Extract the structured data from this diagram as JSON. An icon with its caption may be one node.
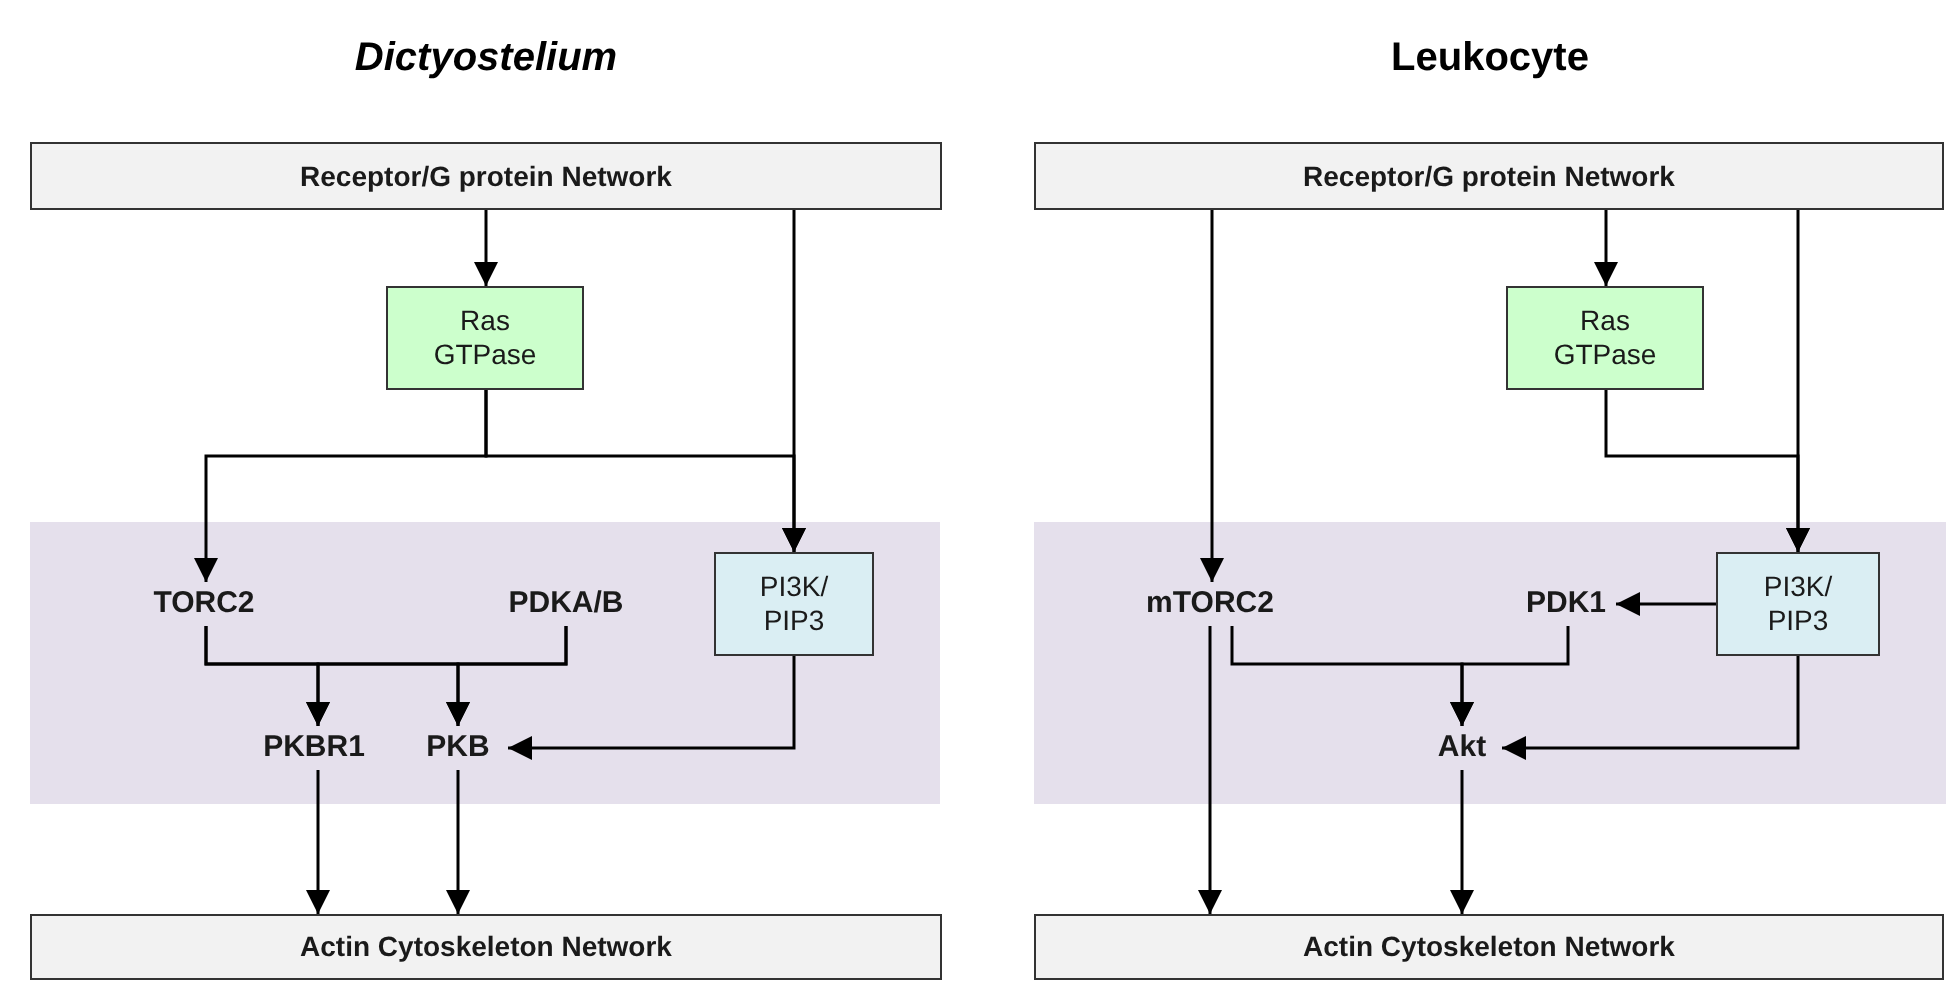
{
  "diagram": {
    "nodes": [
      {
        "text": [
          "Receptor/G protein Network"
        ]
      },
      {
        "text": [
          "Ras GTPase"
        ]
      },
      {
        "text": [],
        "shape": "band"
      },
      {
        "text": [
          "TORC2"
        ],
        "in": 2
      },
      {
        "text": [
          "PDKA/B"
        ],
        "in": 2
      },
      {
        "text": [
          "PI3K/ PIP3"
        ],
        "in": 2
      },
      {
        "text": [
          "PKBR1"
        ],
        "in": 2
      },
      {
        "text": [
          "PKB"
        ],
        "in": 2
      },
      {
        "text": [
          "Actin Cytoskeleton Network"
        ]
      },
      {
        "text": [
          "Receptor/G protein Network"
        ]
      },
      {
        "text": [
          "Ras GTPase"
        ]
      },
      {
        "text": [],
        "shape": "band"
      },
      {
        "text": [
          "mTORC2"
        ],
        "in": 11
      },
      {
        "text": [
          "PDK1"
        ],
        "in": 11
      },
      {
        "text": [
          "PI3K/ PIP3"
        ],
        "in": 11
      },
      {
        "text": [
          "Akt"
        ],
        "in": 11
      },
      {
        "text": [
          "Actin Cytoskeleton Network"
        ]
      }
    ],
    "edges": [
      {
        "from": 0,
        "to": 1,
        "arrow": "to"
      },
      {
        "from": 1,
        "to": 3,
        "arrow": "to"
      },
      {
        "from": 1,
        "to": 5,
        "arrow": "to"
      },
      {
        "from": 0,
        "to": 5,
        "arrow": "to"
      },
      {
        "from": 3,
        "to": 6,
        "arrow": "to"
      },
      {
        "from": 3,
        "to": 7,
        "arrow": "to"
      },
      {
        "from": 4,
        "to": 6,
        "arrow": "to"
      },
      {
        "from": 4,
        "to": 7,
        "arrow": "to"
      },
      {
        "from": 5,
        "to": 7,
        "arrow": "to"
      },
      {
        "from": 6,
        "to": 8,
        "arrow": "to"
      },
      {
        "from": 7,
        "to": 8,
        "arrow": "to"
      },
      {
        "from": 9,
        "to": 12,
        "arrow": "to"
      },
      {
        "from": 9,
        "to": 10,
        "arrow": "to"
      },
      {
        "from": 10,
        "to": 14,
        "arrow": "to"
      },
      {
        "from": 9,
        "to": 14,
        "arrow": "to"
      },
      {
        "from": 14,
        "to": 13,
        "arrow": "to"
      },
      {
        "from": 12,
        "to": 15,
        "arrow": "to"
      },
      {
        "from": 13,
        "to": 15,
        "arrow": "to"
      },
      {
        "from": 14,
        "to": 15,
        "arrow": "to"
      },
      {
        "from": 12,
        "to": 16,
        "arrow": "to"
      },
      {
        "from": 15,
        "to": 16,
        "arrow": "to"
      }
    ],
    "labels": [
      "Dictyostelium",
      "Leukocyte"
    ]
  }
}
